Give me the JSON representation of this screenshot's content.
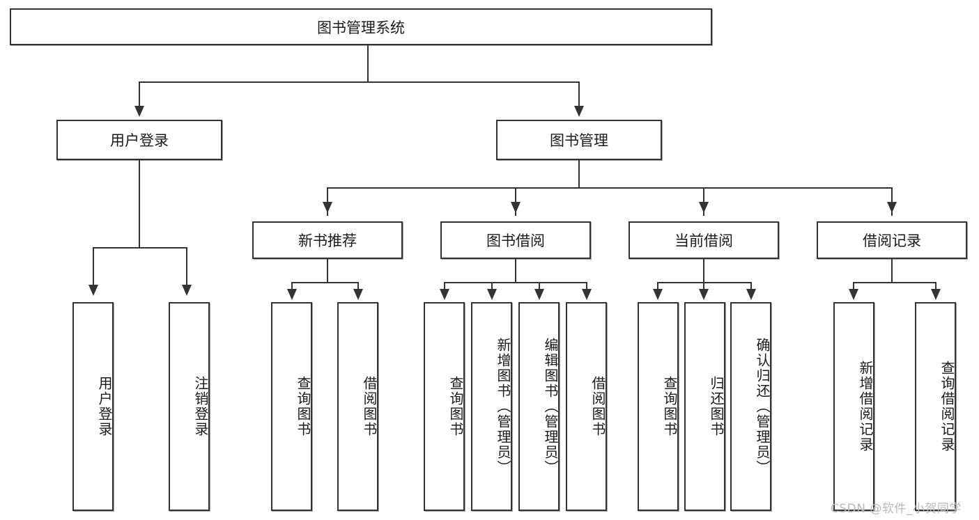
{
  "diagram": {
    "type": "tree-hierarchy",
    "title": "图书管理系统",
    "root": {
      "label": "图书管理系统"
    },
    "level2": [
      {
        "id": "user-login",
        "label": "用户登录"
      },
      {
        "id": "book-management",
        "label": "图书管理"
      }
    ],
    "level3": [
      {
        "id": "new-book-recommend",
        "label": "新书推荐",
        "parent": "book-management"
      },
      {
        "id": "book-borrow",
        "label": "图书借阅",
        "parent": "book-management"
      },
      {
        "id": "current-borrow",
        "label": "当前借阅",
        "parent": "book-management"
      },
      {
        "id": "borrow-record",
        "label": "借阅记录",
        "parent": "book-management"
      }
    ],
    "leaves": {
      "user_login": [
        {
          "label": "用户登录"
        },
        {
          "label": "注销登录"
        }
      ],
      "new_book_recommend": [
        {
          "label": "查询图书"
        },
        {
          "label": "借阅图书"
        }
      ],
      "book_borrow": [
        {
          "label": "查询图书"
        },
        {
          "label": "新增图书（管理员）"
        },
        {
          "label": "编辑图书（管理员）"
        },
        {
          "label": "借阅图书"
        }
      ],
      "current_borrow": [
        {
          "label": "查询图书"
        },
        {
          "label": "归还图书"
        },
        {
          "label": "确认归还（管理员）"
        }
      ],
      "borrow_record": [
        {
          "label": "新增借阅记录"
        },
        {
          "label": "查询借阅记录"
        }
      ]
    },
    "watermark": "CSDN @软件_小贺同学",
    "colors": {
      "stroke": "#333333",
      "background": "#ffffff",
      "text": "#1a1a1a",
      "watermark": "#b9b9b9"
    }
  }
}
